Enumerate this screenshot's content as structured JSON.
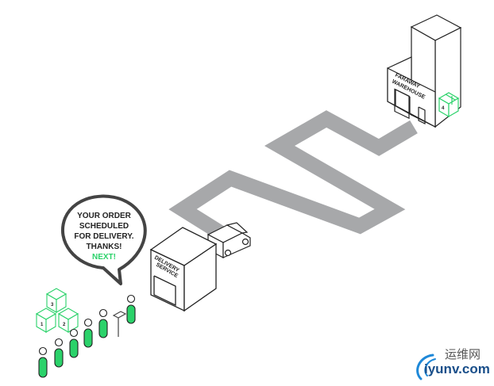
{
  "speech_bubble": {
    "lines": [
      "YOUR ORDER",
      "SCHEDULED",
      "FOR DELIVERY.",
      "THANKS!"
    ],
    "highlight": "NEXT!"
  },
  "warehouse": {
    "line1": "FARAWAY",
    "line2": "WAREHOUSE",
    "box_number": "4"
  },
  "delivery_service": {
    "line1": "DELIVERY",
    "line2": "SERVICE"
  },
  "boxes": [
    "1",
    "2",
    "3"
  ],
  "watermark": {
    "cn": "运维网",
    "en": "iyunv.com"
  },
  "colors": {
    "accent": "#2bd26a",
    "road": "#a7a8aa",
    "line": "#222222"
  }
}
